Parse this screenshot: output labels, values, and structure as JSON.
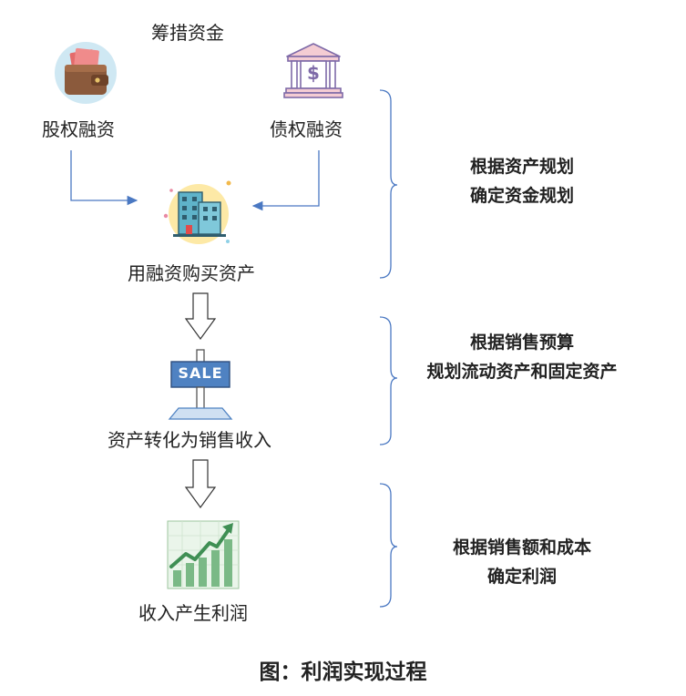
{
  "top_label": "筹措资金",
  "left_source": "股权融资",
  "right_source": "债权融资",
  "step1": "用融资购买资产",
  "step2": "资产转化为销售收入",
  "step3": "收入产生利润",
  "note1": [
    "根据资产规划",
    "确定资金规划"
  ],
  "note2": [
    "根据销售预算",
    "规划流动资产和固定资产"
  ],
  "note3": [
    "根据销售额和成本",
    "确定利润"
  ],
  "sale_sign": "SALE",
  "bank_sign": "$",
  "caption": "图：利润实现过程"
}
